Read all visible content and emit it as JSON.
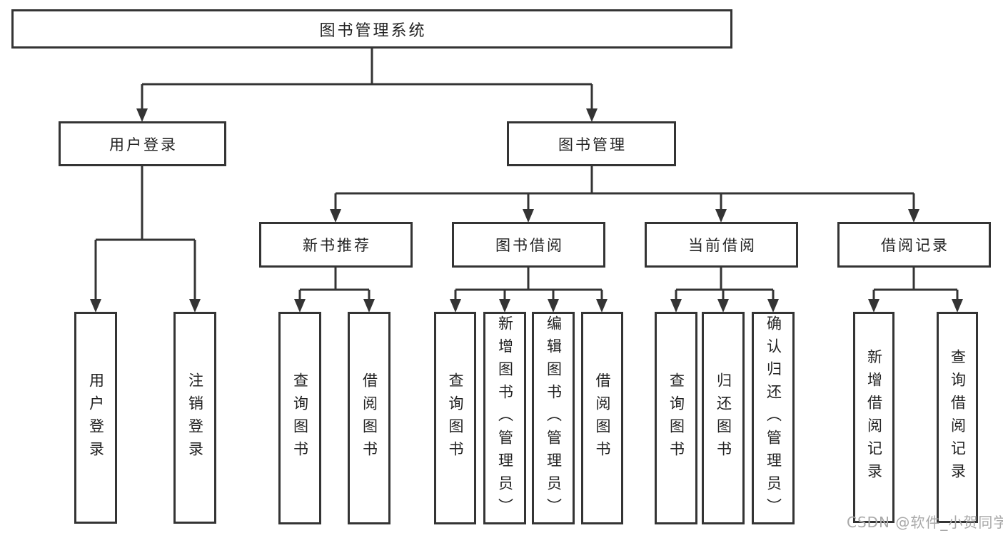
{
  "colors": {
    "line": "#343434",
    "box_border": "#343434",
    "text": "#222222",
    "watermark": "#a9a9a9",
    "background": "#ffffff"
  },
  "watermark": {
    "text": "CSDN @软件_小贺同学"
  },
  "tree": {
    "label": "图书管理系统",
    "children": [
      {
        "label": "用户登录",
        "children": [
          {
            "label": "用户登录"
          },
          {
            "label": "注销登录"
          }
        ]
      },
      {
        "label": "图书管理",
        "children": [
          {
            "label": "新书推荐",
            "children": [
              {
                "label": "查询图书"
              },
              {
                "label": "借阅图书"
              }
            ]
          },
          {
            "label": "图书借阅",
            "children": [
              {
                "label": "查询图书"
              },
              {
                "label": "新增图书（管理员）"
              },
              {
                "label": "编辑图书（管理员）"
              },
              {
                "label": "借阅图书"
              }
            ]
          },
          {
            "label": "当前借阅",
            "children": [
              {
                "label": "查询图书"
              },
              {
                "label": "归还图书"
              },
              {
                "label": "确认归还（管理员）"
              }
            ]
          },
          {
            "label": "借阅记录",
            "children": [
              {
                "label": "新增借阅记录"
              },
              {
                "label": "查询借阅记录"
              }
            ]
          }
        ]
      }
    ]
  }
}
